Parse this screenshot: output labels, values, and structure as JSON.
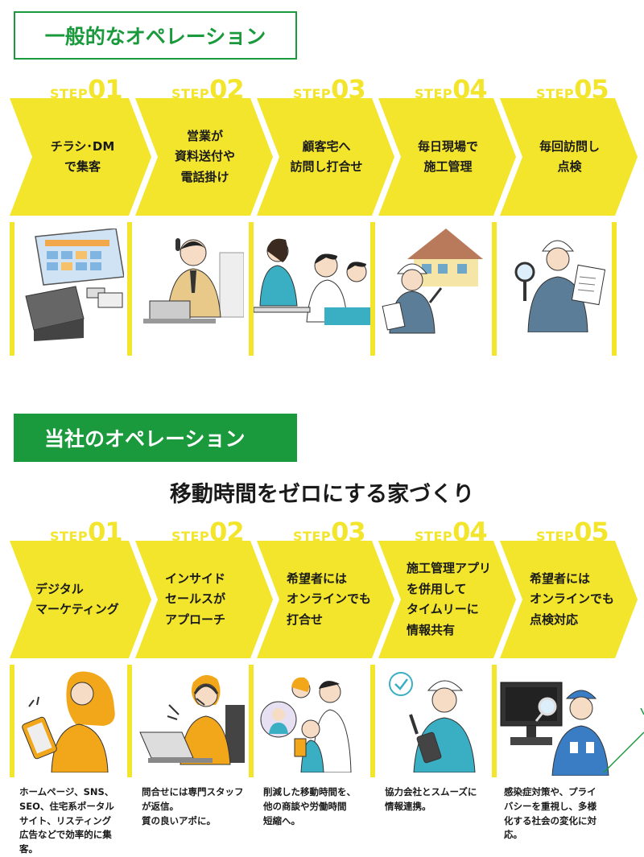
{
  "sections": {
    "general": {
      "title": "一般的なオペレーション"
    },
    "ours": {
      "title": "当社のオペレーション",
      "headline": "移動時間をゼロにする家づくり"
    }
  },
  "step_word": "STEP",
  "colors": {
    "green": "#1a9a3c",
    "yellow": "#f2e52b"
  },
  "general_steps": [
    {
      "num": "01",
      "label": "チラシ･DM\nで集客",
      "icon": "flyer-dm-illustration"
    },
    {
      "num": "02",
      "label": "営業が\n資料送付や\n電話掛け",
      "icon": "sales-phone-illustration"
    },
    {
      "num": "03",
      "label": "顧客宅へ\n訪問し打合せ",
      "icon": "home-visit-meeting-illustration"
    },
    {
      "num": "04",
      "label": "毎日現場で\n施工管理",
      "icon": "site-supervisor-illustration"
    },
    {
      "num": "05",
      "label": "毎回訪問し\n点検",
      "icon": "inspection-illustration"
    }
  ],
  "our_steps": [
    {
      "num": "01",
      "label": "デジタル\nマーケティング",
      "icon": "digital-marketing-illustration",
      "desc": "ホームページ、SNS、\nSEO、住宅系ポータル\nサイト、リスティング\n広告などで効率的に集\n客。"
    },
    {
      "num": "02",
      "label": "インサイド\nセールスが\nアプローチ",
      "icon": "inside-sales-headset-illustration",
      "desc": "問合せには専門スタッフ\nが返信。\n質の良いアポに。"
    },
    {
      "num": "03",
      "label": "希望者には\nオンラインでも\n打合せ",
      "icon": "online-meeting-illustration",
      "desc": "削減した移動時間を、\n他の商談や労働時間\n短縮へ。"
    },
    {
      "num": "04",
      "label": "施工管理アプリ\nを併用して\nタイムリーに\n情報共有",
      "icon": "construction-app-illustration",
      "desc": "協力会社とスムーズに\n情報連携。"
    },
    {
      "num": "05",
      "label": "希望者には\nオンラインでも\n点検対応",
      "icon": "remote-inspection-illustration",
      "desc": "感染症対策や、プライ\nバシーを重視し、多様\n化する社会の変化に対\n応。"
    }
  ]
}
